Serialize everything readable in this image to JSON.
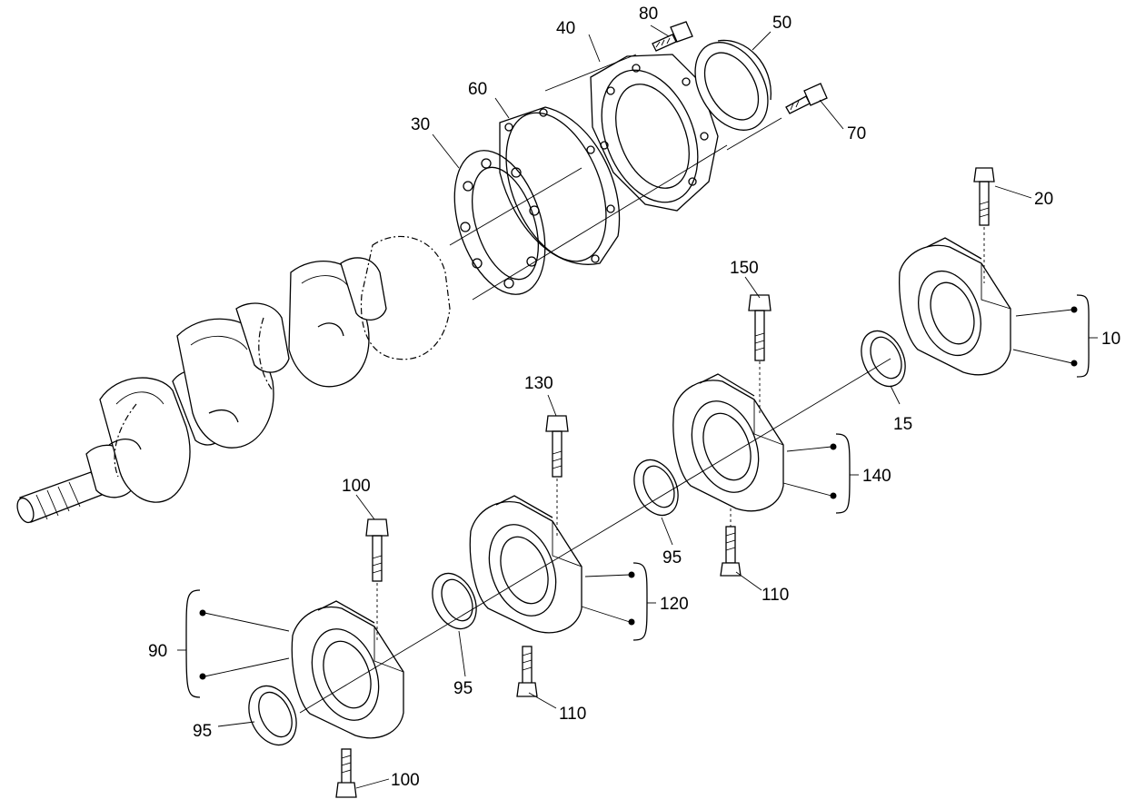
{
  "diagram": {
    "callouts": [
      {
        "id": "c80",
        "text": "80"
      },
      {
        "id": "c40",
        "text": "40"
      },
      {
        "id": "c50",
        "text": "50"
      },
      {
        "id": "c60",
        "text": "60"
      },
      {
        "id": "c70",
        "text": "70"
      },
      {
        "id": "c30",
        "text": "30"
      },
      {
        "id": "c20",
        "text": "20"
      },
      {
        "id": "c150",
        "text": "150"
      },
      {
        "id": "c10",
        "text": "10"
      },
      {
        "id": "c15",
        "text": "15"
      },
      {
        "id": "c130",
        "text": "130"
      },
      {
        "id": "c140",
        "text": "140"
      },
      {
        "id": "c95a",
        "text": "95"
      },
      {
        "id": "c110a",
        "text": "110"
      },
      {
        "id": "c100a",
        "text": "100"
      },
      {
        "id": "c120",
        "text": "120"
      },
      {
        "id": "c90",
        "text": "90"
      },
      {
        "id": "c95b",
        "text": "95"
      },
      {
        "id": "c110b",
        "text": "110"
      },
      {
        "id": "c95c",
        "text": "95"
      },
      {
        "id": "c100b",
        "text": "100"
      }
    ]
  }
}
